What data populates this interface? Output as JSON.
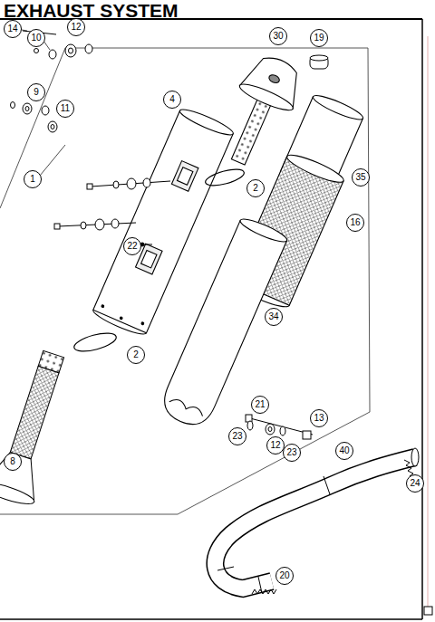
{
  "diagram": {
    "title": "EXHAUST SYSTEM",
    "labels": [
      "14",
      "10",
      "12",
      "9",
      "11",
      "1",
      "4",
      "30",
      "19",
      "2",
      "35",
      "16",
      "22",
      "34",
      "2",
      "8",
      "21",
      "12",
      "23",
      "23",
      "13",
      "40",
      "24",
      "20"
    ]
  }
}
